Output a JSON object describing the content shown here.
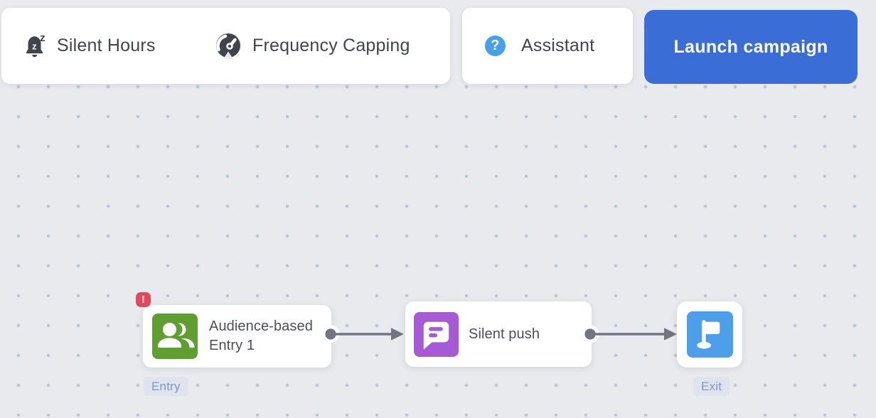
{
  "toolbar": {
    "silent_hours_label": "Silent Hours",
    "frequency_capping_label": "Frequency Capping",
    "assistant_label": "Assistant",
    "launch_label": "Launch campaign"
  },
  "icons": {
    "assistant_glyph": "?",
    "snooze_glyph": "z"
  },
  "nodes": {
    "entry": {
      "title": "Audience-based Entry 1",
      "badge": "!",
      "tag": "Entry"
    },
    "silent_push": {
      "title": "Silent push"
    },
    "exit": {
      "tag": "Exit"
    }
  },
  "colors": {
    "launch_button": "#3A6DD5",
    "assistant_icon": "#47A0E8",
    "entry_icon": "#5F9E31",
    "push_icon": "#A75AD6",
    "exit_icon": "#4C9FE8",
    "error_badge": "#E2485E",
    "connector": "#6F7682",
    "tag_bg": "#DEE3EE",
    "tag_text": "#8096C4"
  }
}
